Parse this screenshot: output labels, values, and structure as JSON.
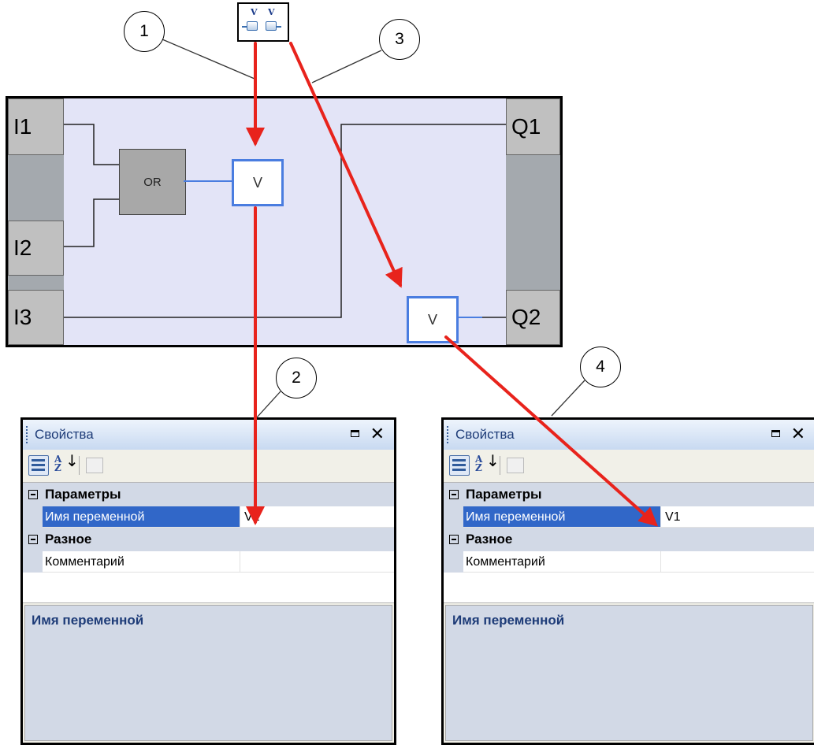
{
  "callouts": {
    "c1": "1",
    "c2": "2",
    "c3": "3",
    "c4": "4"
  },
  "toolbar_icon": {
    "left_letter": "V",
    "right_letter": "V",
    "icon": "variable-blocks-icon"
  },
  "diagram": {
    "inputs": [
      "I1",
      "I2",
      "I3"
    ],
    "outputs": [
      "Q1",
      "Q2"
    ],
    "gate_label": "OR",
    "variable_block_1": "V",
    "variable_block_2": "V"
  },
  "panels": [
    {
      "title": "Свойства",
      "toolbar": {
        "categorized_icon": "categorized-icon",
        "sort_icon": "sort-az-icon",
        "pages_icon": "property-pages-icon"
      },
      "categories": [
        {
          "label": "Параметры",
          "props": [
            {
              "name": "Имя переменной",
              "value": "V1"
            }
          ]
        },
        {
          "label": "Разное",
          "props": [
            {
              "name": "Комментарий",
              "value": ""
            }
          ]
        }
      ],
      "description_title": "Имя переменной"
    },
    {
      "title": "Свойства",
      "toolbar": {
        "categorized_icon": "categorized-icon",
        "sort_icon": "sort-az-icon",
        "pages_icon": "property-pages-icon"
      },
      "categories": [
        {
          "label": "Параметры",
          "props": [
            {
              "name": "Имя переменной",
              "value": "V1"
            }
          ]
        },
        {
          "label": "Разное",
          "props": [
            {
              "name": "Комментарий",
              "value": ""
            }
          ]
        }
      ],
      "description_title": "Имя переменной"
    }
  ],
  "colors": {
    "arrow": "#e8231c",
    "diagram_bg": "#e3e4f7",
    "selection": "#3167c8",
    "block_border": "#4a7de0"
  }
}
